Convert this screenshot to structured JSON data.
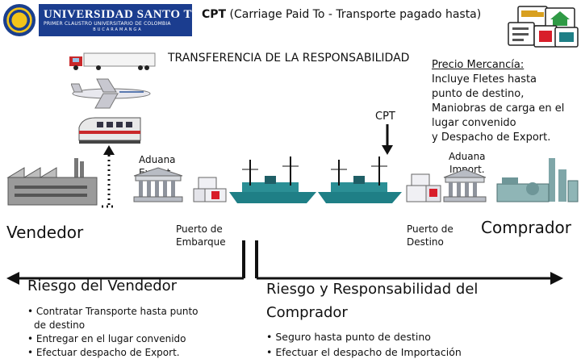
{
  "header": {
    "logo_name": "UNIVERSIDAD SANTO TOMAS",
    "logo_sub": "PRIMER CLAUSTRO UNIVERSITARIO DE COLOMBIA",
    "logo_sub2": "BUCARAMANGA",
    "title_code": "CPT",
    "title_rest": " (Carriage Paid To - Transporte pagado hasta)"
  },
  "diagram": {
    "transfer_label": "TRANSFERENCIA DE LA RESPONSABILIDAD",
    "cpt_label": "CPT",
    "price_heading": "Precio Mercancía:",
    "price_lines": [
      "Incluye Fletes hasta",
      "punto de destino,",
      "Maniobras de carga en el",
      "lugar convenido",
      "y Despacho de Export."
    ],
    "customs_export": [
      "Aduana",
      "Export."
    ],
    "customs_import": [
      "Aduana",
      "Import."
    ],
    "seller": "Vendedor",
    "buyer": "Comprador",
    "port_origin": [
      "Puerto de",
      "Embarque"
    ],
    "port_dest": [
      "Puerto de",
      "Destino"
    ]
  },
  "risk": {
    "seller_title": "Riesgo del Vendedor",
    "seller_items": [
      "Contratar Transporte hasta punto",
      "de destino",
      "Entregar en el lugar convenido",
      "Efectuar despacho de Export."
    ],
    "buyer_title_1": "Riesgo y Responsabilidad del",
    "buyer_title_2": "Comprador",
    "buyer_items": [
      "Seguro hasta punto de destino",
      "Efectuar el despacho de Importación"
    ]
  },
  "colors": {
    "brand": "#1b3d8f",
    "ship": "#1f7f86",
    "alert": "#d81e2a"
  }
}
